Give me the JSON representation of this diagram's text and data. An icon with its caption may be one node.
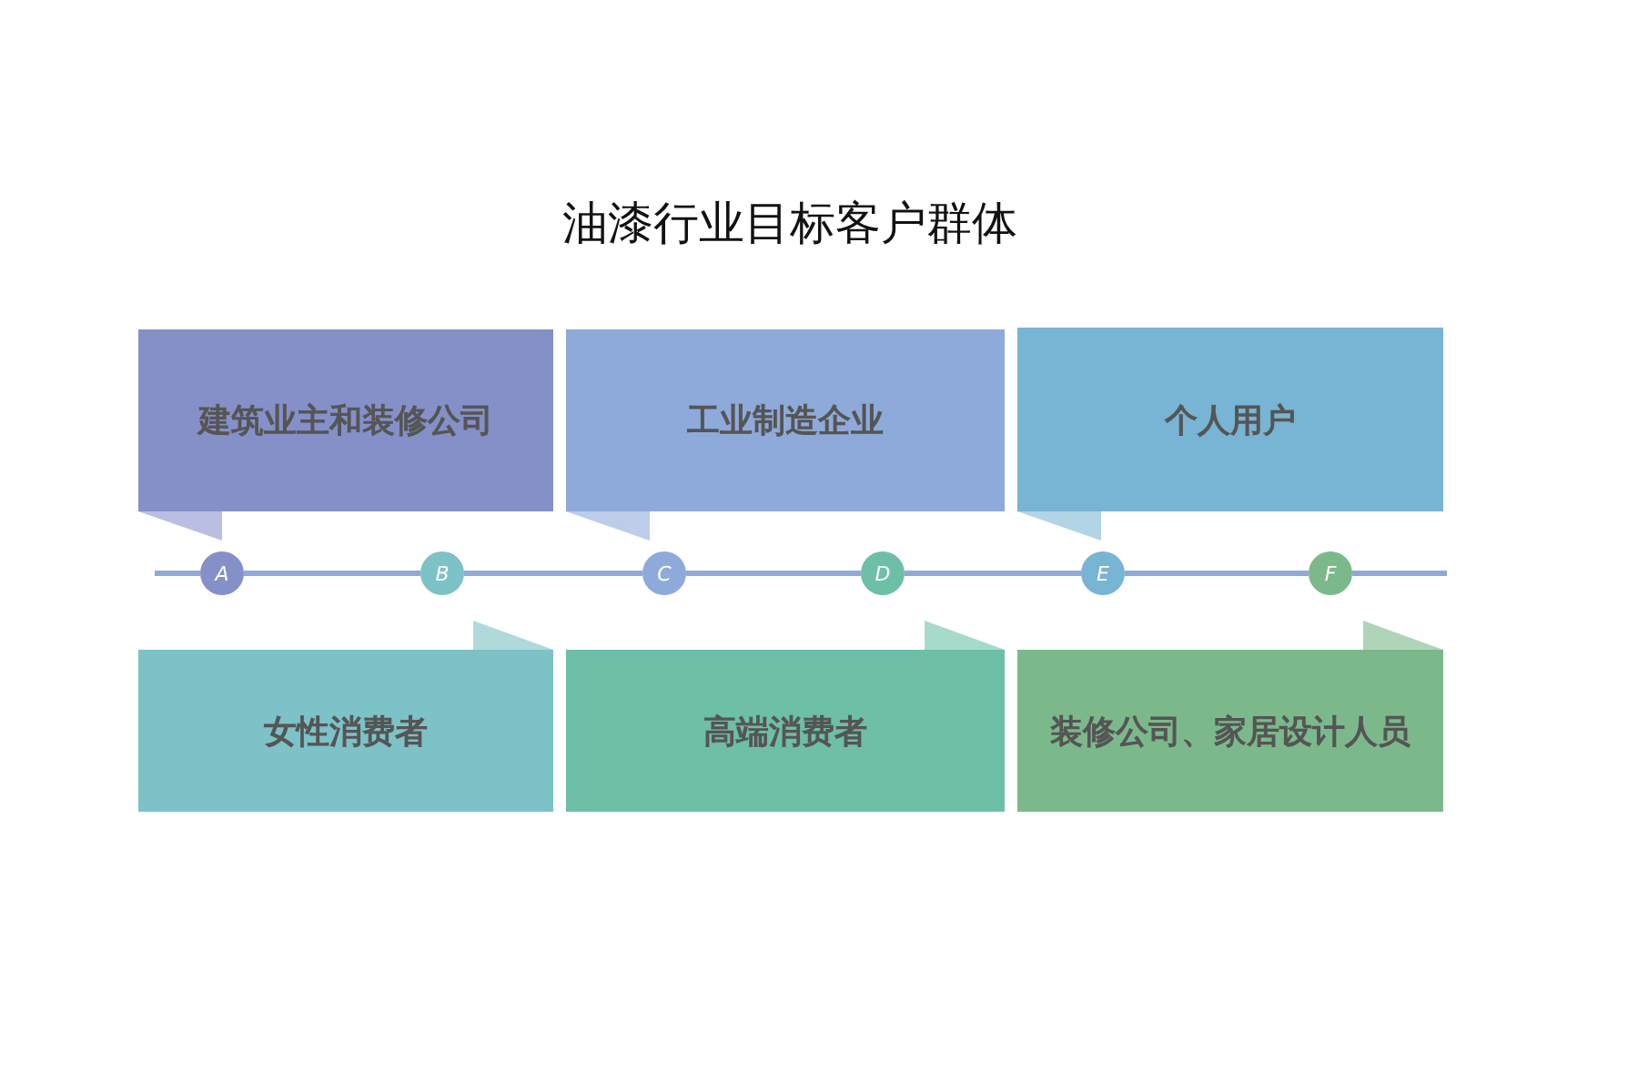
{
  "diagram": {
    "title": "油漆行业目标客户群体",
    "nodes": [
      {
        "text": [
          "建筑业主和装修公司"
        ]
      },
      {
        "text": [
          "工业制造企业"
        ]
      },
      {
        "text": [
          "个人用户"
        ]
      },
      {
        "text": [
          "A"
        ]
      },
      {
        "text": [
          "B"
        ]
      },
      {
        "text": [
          "C"
        ]
      },
      {
        "text": [
          "D"
        ]
      },
      {
        "text": [
          "E"
        ]
      },
      {
        "text": [
          "F"
        ]
      },
      {
        "text": [
          "女性消费者"
        ]
      },
      {
        "text": [
          "高端消费者"
        ]
      },
      {
        "text": [
          "装修公司、家居设计人员"
        ]
      }
    ],
    "edges": [
      {
        "from": 3,
        "to": 4,
        "arrow": "none"
      },
      {
        "from": 4,
        "to": 5,
        "arrow": "none"
      },
      {
        "from": 5,
        "to": 6,
        "arrow": "none"
      },
      {
        "from": 6,
        "to": 7,
        "arrow": "none"
      },
      {
        "from": 7,
        "to": 8,
        "arrow": "none"
      }
    ]
  }
}
